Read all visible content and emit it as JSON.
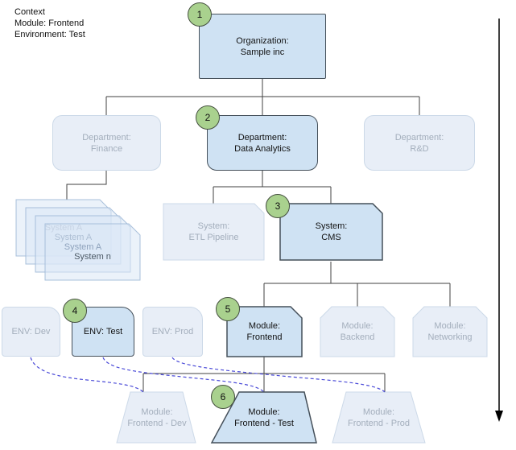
{
  "context": {
    "heading": "Context",
    "module_line": "Module: Frontend",
    "environment_line": "Environment: Test"
  },
  "steps": {
    "s1": "1",
    "s2": "2",
    "s3": "3",
    "s4": "4",
    "s5": "5",
    "s6": "6"
  },
  "nodes": {
    "organization": "Organization:\nSample inc",
    "dept_finance": "Department:\nFinance",
    "dept_data_analytics": "Department:\nData Analytics",
    "dept_rnd": "Department:\nR&D",
    "system_stack": [
      "System A",
      "System A",
      "System A",
      "System n"
    ],
    "system_etl": "System:\nETL Pipeline",
    "system_cms": "System:\nCMS",
    "env_dev": "ENV: Dev",
    "env_test": "ENV: Test",
    "env_prod": "ENV: Prod",
    "module_frontend": "Module:\nFrontend",
    "module_backend": "Module:\nBackend",
    "module_networking": "Module:\nNetworking",
    "deploy_frontend_dev": "Module:\nFrontend - Dev",
    "deploy_frontend_test": "Module:\nFrontend - Test",
    "deploy_frontend_prod": "Module:\nFrontend - Prod"
  },
  "colors": {
    "highlight_fill": "#cfe2f3",
    "highlight_border": "#45505a",
    "faded_fill": "#e8eef7",
    "faded_border": "#ccd9e8",
    "faded_text": "#a3aebc",
    "step_badge_fill": "#a9d18e",
    "dashed_link": "#4b4bd8",
    "connector": "#424242",
    "timeline_arrow": "#000000"
  }
}
